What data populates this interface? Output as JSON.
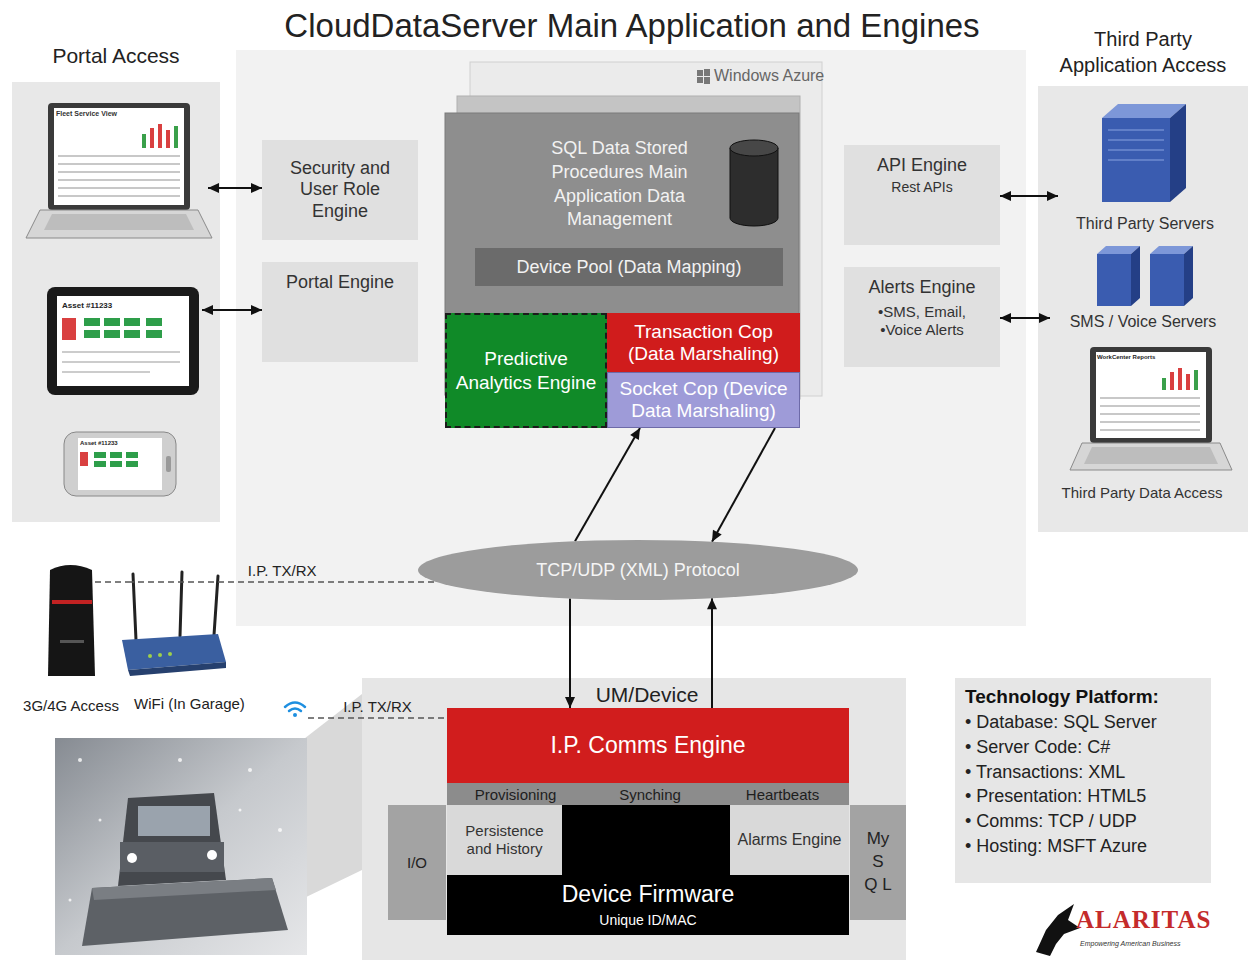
{
  "diagram": {
    "title": "CloudDataServer Main Application and Engines",
    "nodes": [
      {
        "text": [
          "Portal Access"
        ]
      },
      {
        "text": [
          "Fleet Service View"
        ],
        "in": 0
      },
      {
        "text": [
          "Asset #11233"
        ],
        "in": 0
      },
      {
        "text": [
          "Asset #11233"
        ],
        "in": 0
      },
      {
        "text": [
          "Security and User Role Engine"
        ]
      },
      {
        "text": [
          "Portal Engine"
        ]
      },
      {
        "text": [
          "SQL Data Stored Procedures Main Application Data Management"
        ]
      },
      {
        "text": [
          "Device Pool (Data Mapping)"
        ],
        "in": 6
      },
      {
        "text": [
          "Predictive Analytics Engine"
        ]
      },
      {
        "text": [
          "Transaction Cop (Data Marshaling)"
        ]
      },
      {
        "text": [
          "Socket Cop (Device Data Marshaling)"
        ]
      },
      {
        "text": [
          "API Engine",
          "Rest APIs"
        ]
      },
      {
        "text": [
          "Alerts Engine",
          "•SMS, Email, •Voice Alerts"
        ]
      },
      {
        "text": [
          "Third Party Application Access"
        ]
      },
      {
        "text": [
          "Third Party Servers"
        ],
        "in": 13
      },
      {
        "text": [
          "SMS / Voice Servers"
        ],
        "in": 13
      },
      {
        "text": [
          "WorkCenter Reports",
          "Third Party Data Access"
        ],
        "in": 13
      },
      {
        "text": [
          "TCP/UDP (XML) Protocol"
        ]
      },
      {
        "text": [
          "3G/4G Access"
        ]
      },
      {
        "text": [
          "WiFi (In Garage)"
        ]
      },
      {
        "text": [
          "UM/Device"
        ]
      },
      {
        "text": [
          "I.P. Comms Engine"
        ],
        "in": 20
      },
      {
        "text": [
          "Provisioning"
        ],
        "in": 20
      },
      {
        "text": [
          "Synching"
        ],
        "in": 20
      },
      {
        "text": [
          "Heartbeats"
        ],
        "in": 20
      },
      {
        "text": [
          "I/O"
        ],
        "in": 20
      },
      {
        "text": [
          "Device Firmware",
          "Unique ID/MAC"
        ],
        "in": 20
      },
      {
        "text": [
          "Persistence and History"
        ],
        "in": 26
      },
      {
        "text": [
          "Alarms Engine"
        ],
        "in": 26
      },
      {
        "text": [
          "My S Q L"
        ],
        "in": 20
      },
      {
        "text": [
          "Technology Platform:",
          "• Database: SQL Server",
          "• Server Code: C#",
          "• Transactions: XML",
          "• Presentation: HTML5",
          "• Comms: TCP / UDP",
          "• Hosting: MSFT Azure"
        ]
      }
    ],
    "edges": [
      {
        "from": 4,
        "to": 1,
        "arrow": "both"
      },
      {
        "from": 5,
        "to": 2,
        "arrow": "both"
      },
      {
        "from": 11,
        "to": 14,
        "arrow": "both"
      },
      {
        "from": 12,
        "to": 15,
        "arrow": "both"
      },
      {
        "from": 17,
        "to": 10,
        "arrow": "to"
      },
      {
        "from": 10,
        "to": 17,
        "arrow": "to"
      },
      {
        "from": 17,
        "to": 21,
        "arrow": "to"
      },
      {
        "from": 21,
        "to": 17,
        "arrow": "to"
      },
      {
        "from": 18,
        "to": 17,
        "label": "I.P. TX/RX",
        "arrow": "none"
      },
      {
        "from": 19,
        "to": 21,
        "label": "I.P. TX/RX",
        "arrow": "none"
      }
    ],
    "labels": [
      "Windows Azure",
      "ALARITAS",
      "Empowering American Business"
    ]
  }
}
